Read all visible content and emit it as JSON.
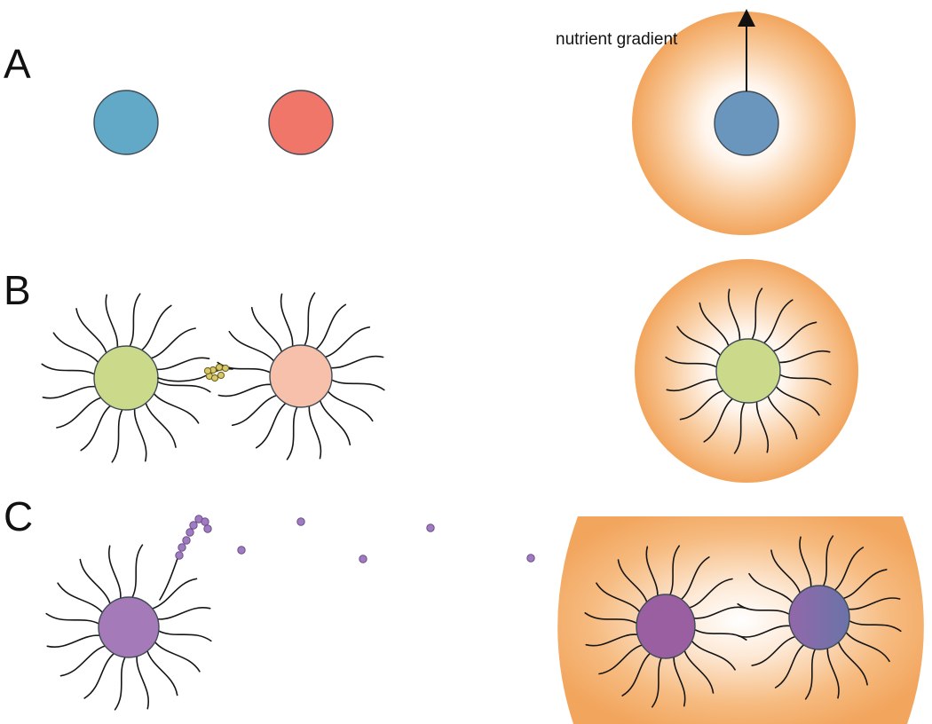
{
  "panels": [
    {
      "label": "A"
    },
    {
      "label": "B"
    },
    {
      "label": "C"
    }
  ],
  "annotations": {
    "gradient_label": "nutrient gradient"
  },
  "colors": {
    "cell_blue": "#61a9c7",
    "cell_red": "#f0766a",
    "cell_steel_blue": "#6a96bd",
    "cell_green": "#cad98a",
    "cell_peach": "#f7c0aa",
    "cell_purple": "#a57ab9",
    "cell_magenta_purple": "#9a5fa0",
    "cell_violet_blue": "#7a68a8",
    "nutrient_orange": "#f2a55d",
    "signal_molecule": "#a07ac2",
    "attachment_beads": "#d9c86a"
  },
  "icons": [
    "gradient-arrow-icon",
    "flagellum-icon",
    "signal-molecule-icon"
  ]
}
